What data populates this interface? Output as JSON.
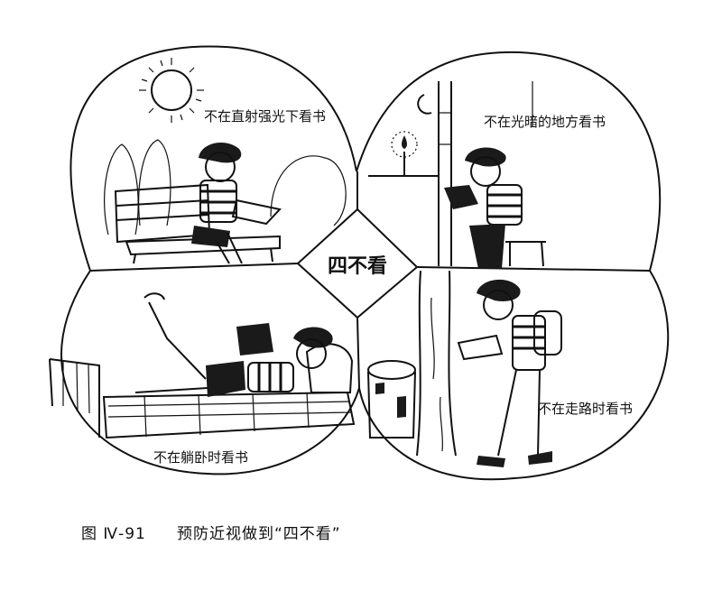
{
  "center_label": "四不看",
  "panels": {
    "top_left": {
      "caption": "不在直射强光下看书",
      "scene_icon": "sun-icon"
    },
    "top_right": {
      "caption": "不在光暗的地方看书",
      "scene_icon": "candle-icon"
    },
    "bottom_left": {
      "caption": "不在躺卧时看书",
      "scene_icon": "bed-icon"
    },
    "bottom_right": {
      "caption": "不在走路时看书",
      "scene_icon": "trash-bin-icon"
    }
  },
  "figure_caption": {
    "number": "图 Ⅳ-91",
    "title": "预防近视做到“四不看”"
  }
}
